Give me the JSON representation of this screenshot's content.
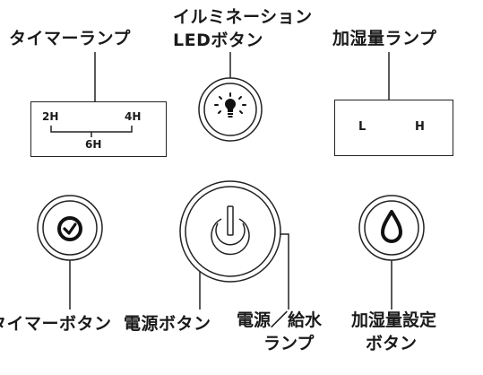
{
  "labels": {
    "timer_lamp": "タイマーランプ",
    "illumination_led_line1": "イルミネーション",
    "illumination_led_line2": "LEDボタン",
    "humidify_lamp": "加湿量ランプ",
    "timer_button": "タイマーボタン",
    "power_button": "電源ボタン",
    "power_water_line1": "電源／給水",
    "power_water_line2": "ランプ",
    "humidify_setting_line1": "加湿量設定",
    "humidify_setting_line2": "ボタン"
  },
  "timer_panel": {
    "left": "2H",
    "right": "4H",
    "bottom": "6H"
  },
  "humidify_panel": {
    "low": "L",
    "high": "H"
  },
  "icons": {
    "illumination": "lightbulb-icon",
    "timer": "clock-icon",
    "power": "power-icon",
    "humidify": "water-drop-icon"
  }
}
